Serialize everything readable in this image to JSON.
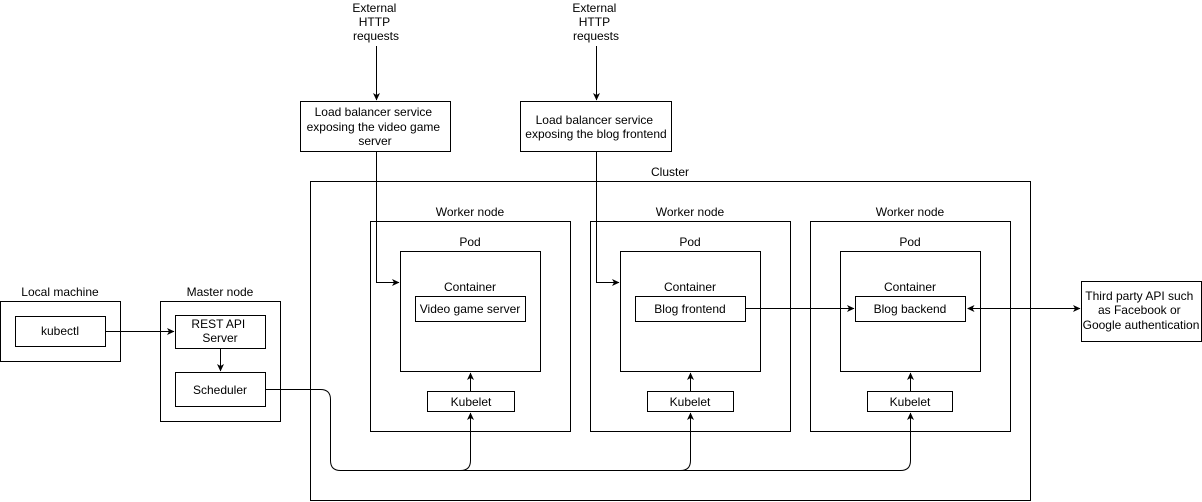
{
  "cluster": {
    "label": "Cluster"
  },
  "local_machine": {
    "label": "Local machine",
    "kubectl": "kubectl"
  },
  "master_node": {
    "label": "Master node",
    "api_server": [
      "REST API",
      "Server"
    ],
    "scheduler": "Scheduler"
  },
  "external_requests": {
    "left": [
      "External",
      "HTTP",
      "requests"
    ],
    "right": [
      "External",
      "HTTP",
      "requests"
    ]
  },
  "load_balancers": {
    "game": [
      "Load balancer service",
      "exposing the video game",
      "server"
    ],
    "blog": [
      "Load balancer service",
      "exposing the blog frontend"
    ]
  },
  "worker_nodes": [
    {
      "label": "Worker node",
      "pod": "Pod",
      "container": "Container",
      "app": "Video game server",
      "kubelet": "Kubelet"
    },
    {
      "label": "Worker node",
      "pod": "Pod",
      "container": "Container",
      "app": "Blog frontend",
      "kubelet": "Kubelet"
    },
    {
      "label": "Worker node",
      "pod": "Pod",
      "container": "Container",
      "app": "Blog backend",
      "kubelet": "Kubelet"
    }
  ],
  "third_party": {
    "lines": [
      "Third party API such",
      "as Facebook or",
      "Google authentication"
    ]
  }
}
